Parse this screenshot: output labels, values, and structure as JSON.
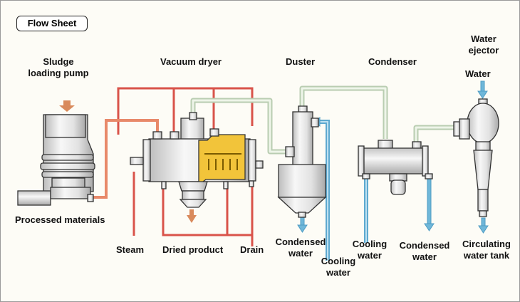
{
  "title": "Flow Sheet",
  "labels": {
    "sludge_pump": "Sludge loading pump",
    "vacuum_dryer": "Vacuum dryer",
    "duster": "Duster",
    "condenser": "Condenser",
    "water_ejector": "Water ejector",
    "water": "Water",
    "processed_materials": "Processed materials",
    "steam": "Steam",
    "dried_product": "Dried product",
    "drain": "Drain",
    "condensed_water_1": "Condensed water",
    "cooling_water_1": "Cooling water",
    "cooling_water_2": "Cooling water",
    "condensed_water_2": "Condensed water",
    "circulating_water_tank": "Circulating water tank"
  },
  "colors": {
    "steam_line": "#d9534a",
    "feed_line": "#e8896a",
    "vapor_line": "#cfe1c8",
    "cooling_line": "#6fb7d9",
    "equipment": "#e9e9e9",
    "heating_zone": "#f2c43a"
  }
}
